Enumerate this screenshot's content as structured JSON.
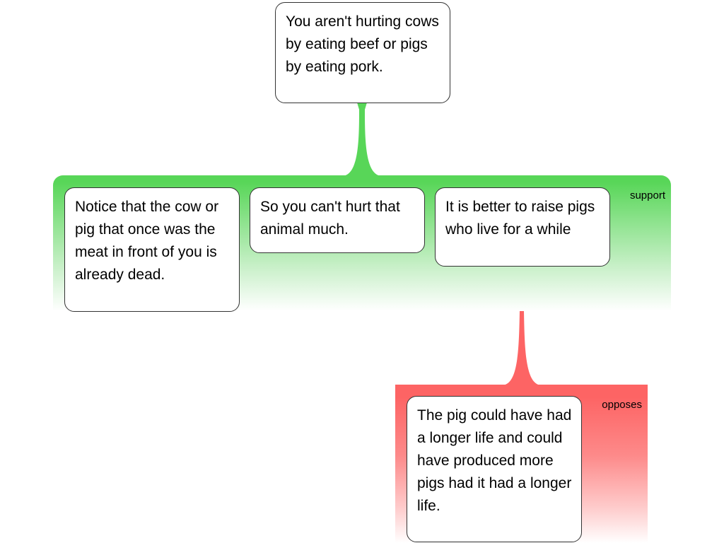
{
  "colors": {
    "support": "#58d658",
    "opposes": "#fd6464"
  },
  "claim": {
    "text": "You aren't hurting cows by eating beef or pigs by eating pork."
  },
  "support_group": {
    "label": "support",
    "premises": [
      {
        "text": "Notice that the cow or pig that once was the meat in front of you is already dead."
      },
      {
        "text": "So you can't hurt that animal much."
      },
      {
        "text": "It is better to raise pigs who live for a while"
      }
    ]
  },
  "opposes_group": {
    "label": "opposes",
    "premises": [
      {
        "text": "The pig could have had a longer life and could have produced more pigs had it had a longer life."
      }
    ]
  }
}
